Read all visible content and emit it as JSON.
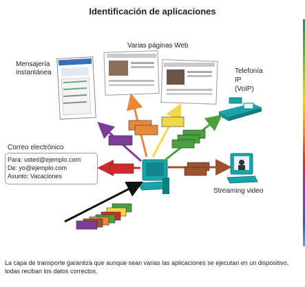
{
  "title": "Identificación de aplicaciones",
  "labels": {
    "im": [
      "Mensajería",
      "instantánea"
    ],
    "web": "Varias páginas Web",
    "voip": [
      "Telefonía",
      "IP",
      "(VoIP)"
    ],
    "email": "Correo electrónico",
    "streaming": "Streaming video"
  },
  "email_box": {
    "to": "Para: usted@ejemplo.com",
    "from": "De: yo@ejemplo.com",
    "subject": "Asunto: Vacaciones"
  },
  "caption": "La capa de transporte garantiza que aunque sean varias las aplicaciones se ejecutan en un dispositivo, todas reciban los datos correctos.",
  "colors": {
    "im": "#7b3d99",
    "web1": "#e8893a",
    "web2": "#f0d84a",
    "voip": "#4aa03e",
    "email": "#d02a2a",
    "streaming": "#a0522d",
    "computer": "#1aa3a8"
  },
  "icons": [
    "im-window-icon",
    "web-page-icon",
    "ip-phone-icon",
    "computer-icon",
    "video-monitor-icon"
  ]
}
